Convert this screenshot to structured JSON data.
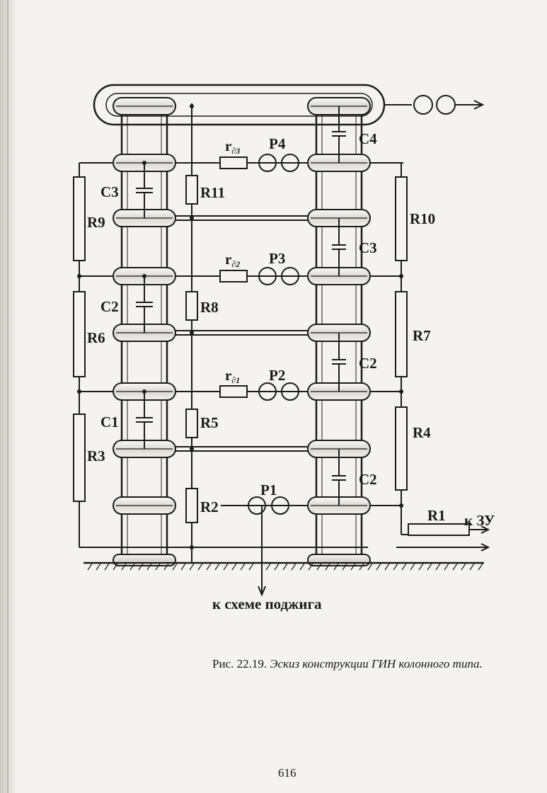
{
  "labels": {
    "C4": "C4",
    "P4": "P4",
    "rd3_base": "r",
    "rd3_sub": "∂3",
    "C3_left": "C3",
    "R11": "R11",
    "R9": "R9",
    "R10": "R10",
    "C3_right": "C3",
    "rd2_base": "r",
    "rd2_sub": "∂2",
    "P3": "P3",
    "C2_left": "C2",
    "R8": "R8",
    "R6": "R6",
    "R7": "R7",
    "C2_right_upper": "C2",
    "rd1_base": "r",
    "rd1_sub": "∂1",
    "P2": "P2",
    "C1": "C1",
    "R5": "R5",
    "R3": "R3",
    "R4": "R4",
    "C2_right_lower": "C2",
    "P1": "P1",
    "R2": "R2",
    "R1": "R1",
    "to_charger": "к ЗУ",
    "to_ignition": "к схеме поджига"
  },
  "caption": {
    "number": "Рис. 22.19.",
    "title": "Эскиз конструкции ГИН колонного типа."
  },
  "page_number": "616"
}
